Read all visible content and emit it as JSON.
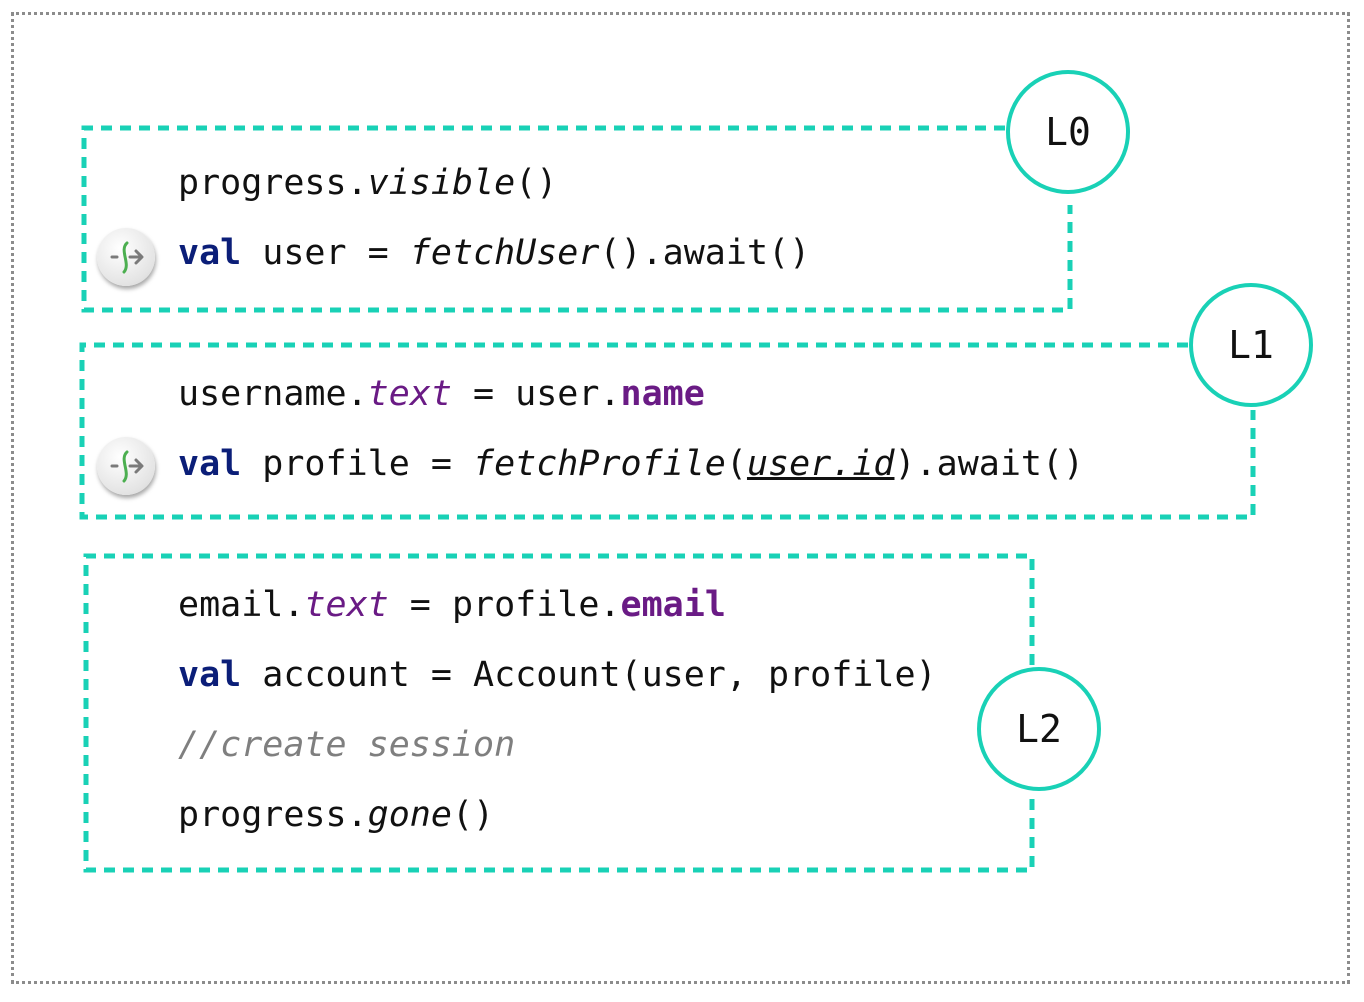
{
  "colors": {
    "accent": "#19d1b6",
    "keyword": "#0b1e78",
    "property": "#6a1b85",
    "comment": "#7f7f7f"
  },
  "labels": {
    "l0": "L0",
    "l1": "L1",
    "l2": "L2"
  },
  "code": {
    "line1": {
      "obj": "progress.",
      "fn": "visible",
      "rest": "()"
    },
    "line2": {
      "kw": "val",
      "pre": " user = ",
      "fn": "fetchUser",
      "rest": "().await()"
    },
    "line3": {
      "obj": "username.",
      "prop": "text",
      "mid": " = user.",
      "field": "name"
    },
    "line4": {
      "kw": "val",
      "pre": " profile = ",
      "fn": "fetchProfile",
      "open": "(",
      "arg": "user.id",
      "rest": ").await()"
    },
    "line5": {
      "obj": "email.",
      "prop": "text",
      "mid": " = profile.",
      "field": "email"
    },
    "line6": {
      "kw": "val",
      "rest": " account = Account(user, profile)"
    },
    "line7": {
      "comment": "//create session"
    },
    "line8": {
      "obj": "progress.",
      "fn": "gone",
      "rest": "()"
    }
  },
  "icons": {
    "suspend_call": "suspend-call-icon"
  }
}
